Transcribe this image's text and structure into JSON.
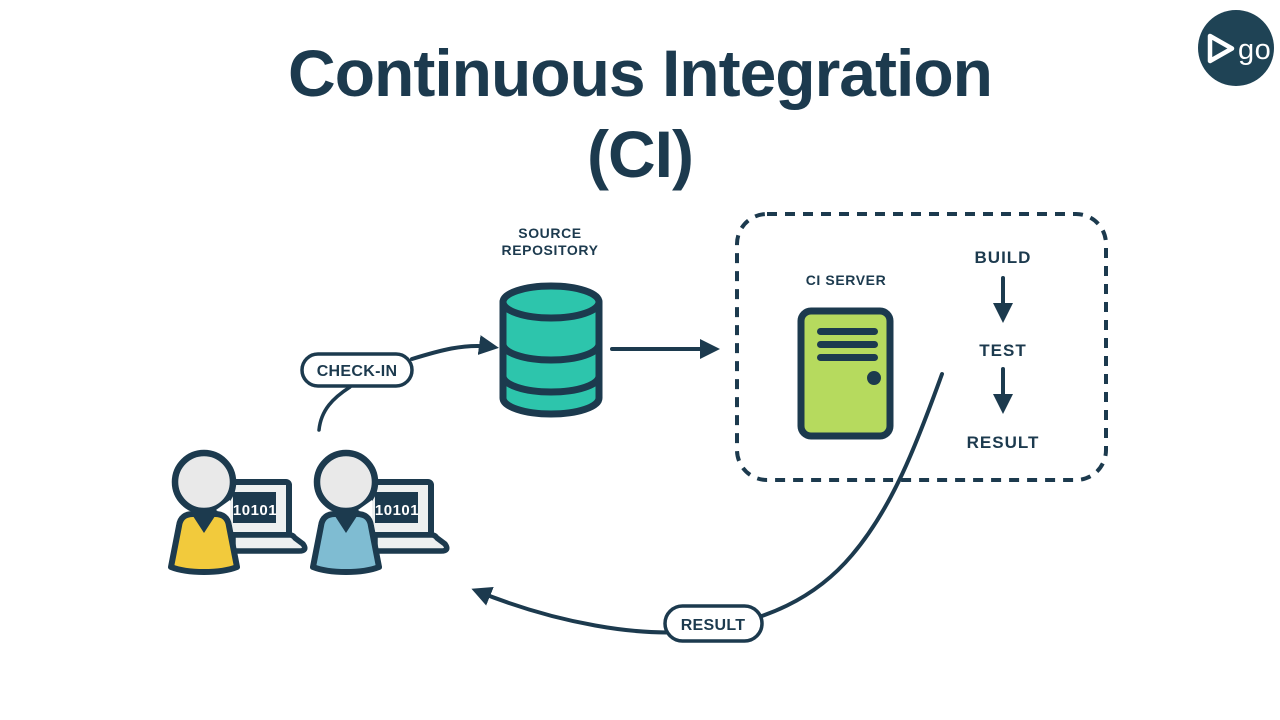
{
  "title": {
    "line1": "Continuous Integration",
    "line2": "(CI)"
  },
  "logo": {
    "label": "go"
  },
  "colors": {
    "background": "#ffffff",
    "navy": "#1c3a4e",
    "teal": "#2dc5ac",
    "lime": "#b6da5e",
    "logobg": "#1f4355"
  },
  "diagram": {
    "source_repository": {
      "line1": "SOURCE",
      "line2": "REPOSITORY"
    },
    "check_in_label": "CHECK-IN",
    "ci_server_label": "CI SERVER",
    "pipeline_steps": [
      "BUILD",
      "TEST",
      "RESULT"
    ],
    "result_pill_label": "RESULT",
    "developers": [
      {
        "screen_text": "10101",
        "shirt_color": "#f2ca3c"
      },
      {
        "screen_text": "10101",
        "shirt_color": "#7fbcd2"
      }
    ]
  }
}
